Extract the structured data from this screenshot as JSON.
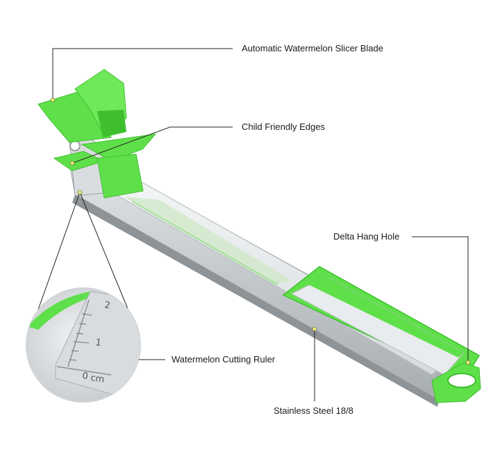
{
  "callouts": {
    "blade": "Automatic Watermelon Slicer Blade",
    "edges": "Child Friendly Edges",
    "hang_hole": "Delta Hang Hole",
    "ruler": "Watermelon Cutting Ruler",
    "steel": "Stainless Steel 18/8"
  },
  "ruler_marks": {
    "mark_2": "2",
    "mark_1": "1",
    "mark_0": "0",
    "unit": "cm"
  },
  "colors": {
    "green": "#5fe04a",
    "green_dark": "#3fbf2e",
    "steel": "#c9cdd0",
    "steel_dark": "#9ea3a6",
    "marker": "#e9ec6b"
  }
}
